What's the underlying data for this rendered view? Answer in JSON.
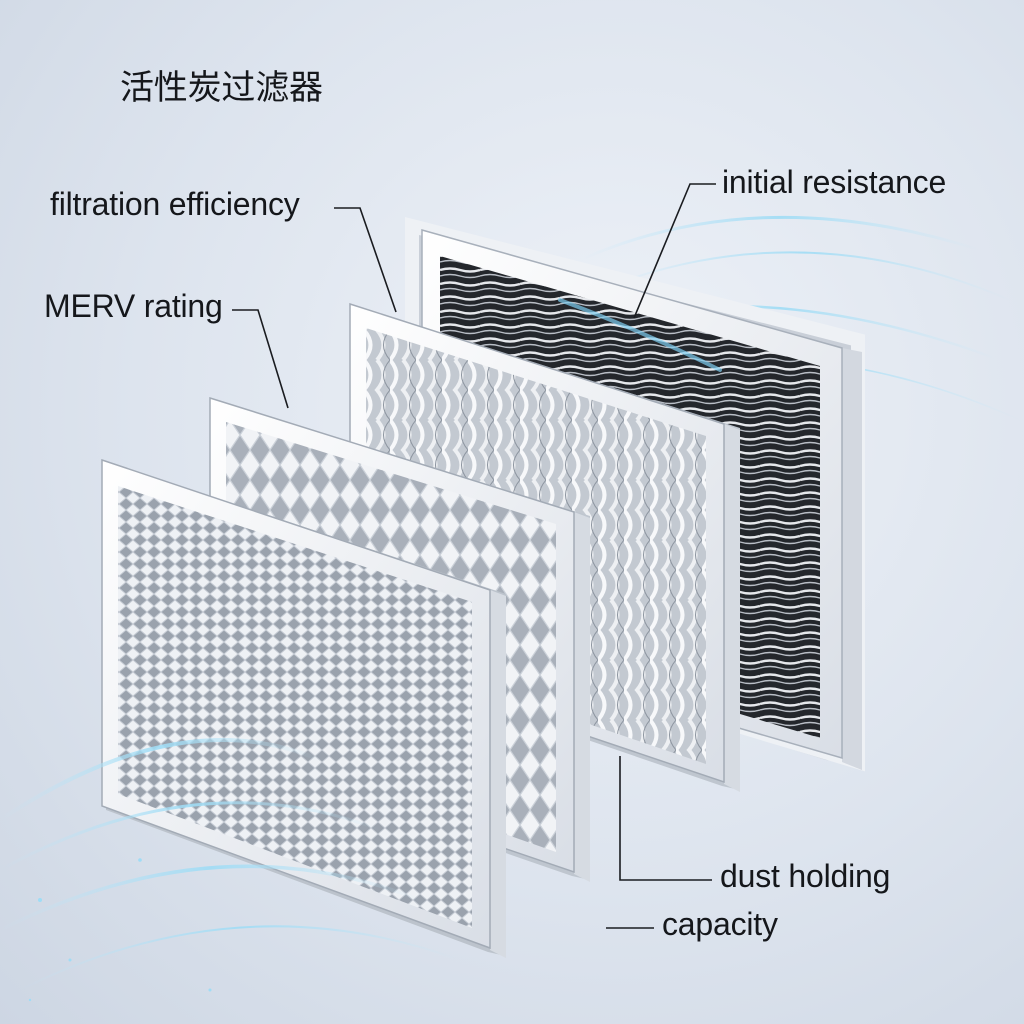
{
  "title": "活性炭过滤器",
  "labels": {
    "filtration_efficiency": "filtration efficiency",
    "merv_rating": "MERV rating",
    "initial_resistance": "initial resistance",
    "dust_holding": "dust holding",
    "capacity": "capacity"
  },
  "colors": {
    "frame": "#f4f6f9",
    "frame_shadow": "#b9c1cc",
    "carbon_media": "#2a2d33",
    "airflow": "#8fd3f2",
    "leader_line": "#1a1c20"
  },
  "filters": [
    {
      "name": "pre-filter-mesh",
      "media": "fine-diamond-mesh"
    },
    {
      "name": "medium-filter-mesh",
      "media": "diamond-mesh"
    },
    {
      "name": "wavy-fiber-filter",
      "media": "wavy-fiber"
    },
    {
      "name": "activated-carbon-filter",
      "media": "carbon-corrugated"
    }
  ]
}
